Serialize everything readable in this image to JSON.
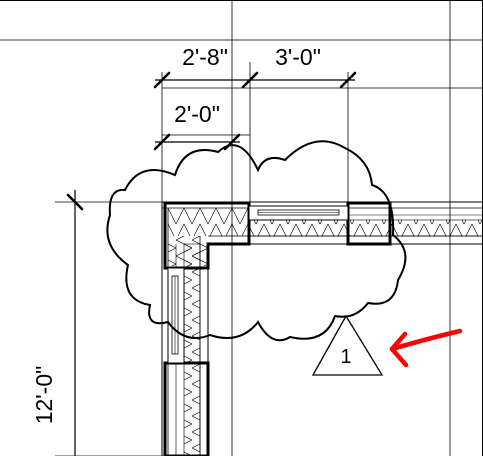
{
  "drawing": {
    "dimensions": {
      "top_left": "2'-8\"",
      "top_right": "3'-0\"",
      "second_row": "2'-0\"",
      "vertical": "12'-0\""
    },
    "revision_tag": "1",
    "colors": {
      "lines": "#000000",
      "arrow": "#ff0000",
      "background": "#ffffff"
    },
    "icons": [
      "revision-cloud",
      "revision-triangle-tag",
      "red-arrow",
      "dimension-tick"
    ]
  }
}
